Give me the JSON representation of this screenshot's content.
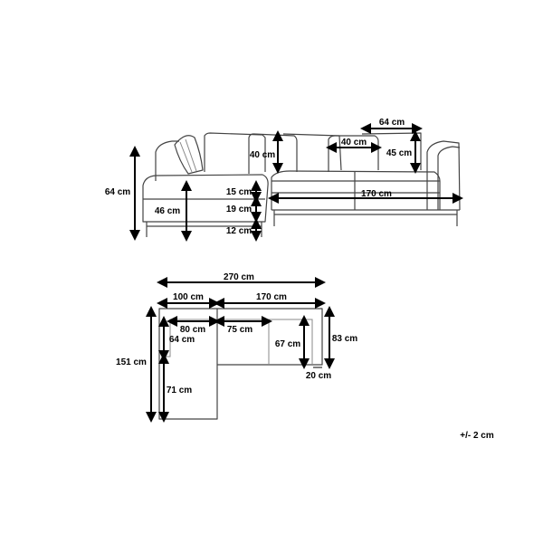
{
  "front_view": {
    "total_height": "64 cm",
    "back_cushion_height": "40 cm",
    "pillow_width": "40 cm",
    "backrest_height": "45 cm",
    "armrest_depth": "64 cm",
    "seat_cushion_height": "15 cm",
    "base_height": "19 cm",
    "seat_height": "46 cm",
    "leg_height": "12 cm",
    "sofa_width": "170 cm"
  },
  "top_view": {
    "total_width": "270 cm",
    "chaise_width": "100 cm",
    "sofa_width": "170 cm",
    "chaise_inner_width": "80 cm",
    "seat_width": "75 cm",
    "back_depth": "64 cm",
    "chaise_extension": "71 cm",
    "total_depth": "151 cm",
    "seat_depth": "67 cm",
    "sofa_depth": "83 cm",
    "armrest_width": "20 cm"
  },
  "tolerance": "+/- 2 cm"
}
